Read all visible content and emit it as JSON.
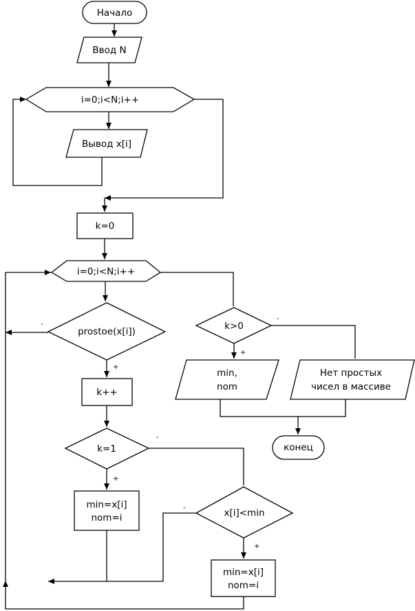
{
  "nodes": {
    "start": "Начало",
    "input_n": "Ввод N",
    "loop1": "i=0;i<N;i++",
    "output_x": "Вывод x[i]",
    "init_k": "k=0",
    "loop2": "i=0;i<N;i++",
    "is_prime": "prostoe(x[i])",
    "inc_k": "k++",
    "k_eq_1": "k=1",
    "assign1_line1": "min=x[i]",
    "assign1_line2": "nom=i",
    "x_lt_min": "x[i]<min",
    "assign2_line1": "min=x[i]",
    "assign2_line2": "nom=i",
    "k_gt_0": "k>0",
    "output_min_line1": "min,",
    "output_min_line2": "nom",
    "no_primes_line1": "Нет простых",
    "no_primes_line2": "чисел в массиве",
    "end": "конец"
  },
  "edge_labels": {
    "prime_no": "-",
    "prime_yes": "+",
    "k1_yes": "+",
    "k1_no": "-",
    "xmin_no": "-",
    "xmin_yes": "+",
    "kgt0_yes": "+",
    "kgt0_no": "-"
  }
}
